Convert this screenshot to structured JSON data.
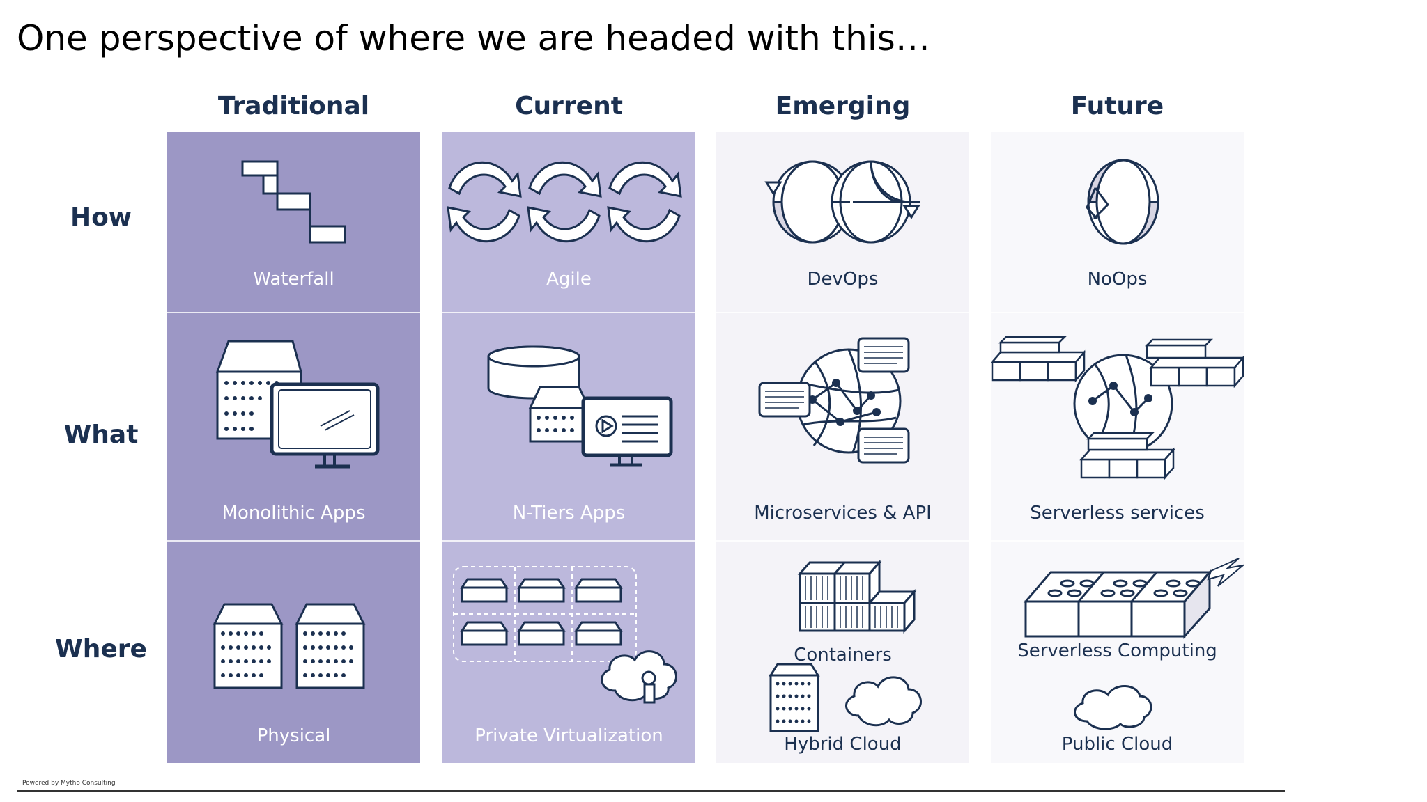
{
  "title": "One perspective of where we are headed with this…",
  "columns": [
    "Traditional",
    "Current",
    "Emerging",
    "Future"
  ],
  "rows": [
    "How",
    "What",
    "Where"
  ],
  "cells": {
    "traditional": {
      "how": "Waterfall",
      "what": "Monolithic Apps",
      "where": "Physical"
    },
    "current": {
      "how": "Agile",
      "what": "N-Tiers Apps",
      "where": "Private Virtualization"
    },
    "emerging": {
      "how": "DevOps",
      "what": "Microservices & API",
      "where_a": "Containers",
      "where_b": "Hybrid Cloud"
    },
    "future": {
      "how": "NoOps",
      "what": "Serverless services",
      "where_a": "Serverless Computing",
      "where_b": "Public Cloud"
    }
  },
  "footer": "Powered by Mytho Consulting",
  "colors": {
    "traditional": "#9c97c5",
    "current": "#bcb8dc",
    "emerging": "#f4f3f8",
    "future": "#f8f8fb",
    "heading": "#1b3050"
  },
  "icons": [
    "stairs-icon",
    "cycle-arrows-icon",
    "infinity-loop-icon",
    "loop-icon",
    "server-icon",
    "monitor-icon",
    "database-icon",
    "globe-network-icon",
    "lego-block-icon",
    "container-icon",
    "cloud-icon",
    "lightning-icon"
  ]
}
